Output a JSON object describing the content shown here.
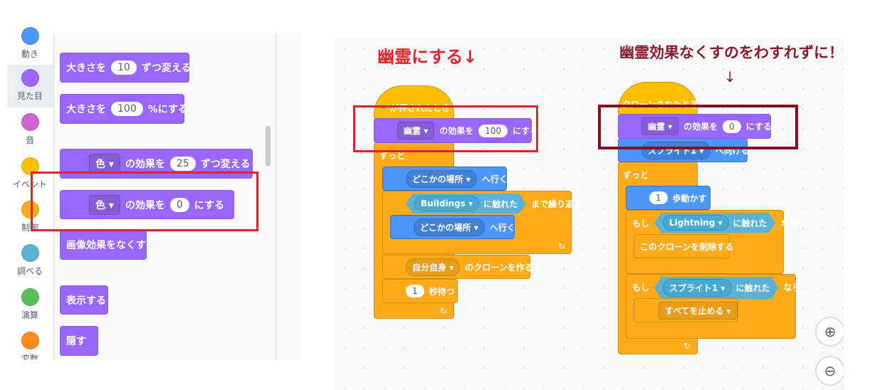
{
  "categories": [
    {
      "label": "動き",
      "color": "#4c97ff"
    },
    {
      "label": "見た目",
      "color": "#9966ff"
    },
    {
      "label": "音",
      "color": "#cf63cf"
    },
    {
      "label": "イベント",
      "color": "#ffbf00"
    },
    {
      "label": "制御",
      "color": "#ffab19"
    },
    {
      "label": "調べる",
      "color": "#5cb1d6"
    },
    {
      "label": "演算",
      "color": "#59c059"
    },
    {
      "label": "変数",
      "color": "#ff8c1a"
    }
  ],
  "palette": {
    "b1": {
      "a": "大きさを",
      "v": "10",
      "b": "ずつ変える"
    },
    "b2": {
      "a": "大きさを",
      "v": "100",
      "b": "%にする"
    },
    "b3": {
      "d": "色",
      "a": "の効果を",
      "v": "25",
      "b": "ずつ変える"
    },
    "b4": {
      "d": "色",
      "a": "の効果を",
      "v": "0",
      "b": "にする"
    },
    "b5": "画像効果をなくす",
    "b6": "表示する",
    "b7": "隠す"
  },
  "script1": {
    "note": "幽霊にする↓",
    "hat": "が押されたとき",
    "ghost": {
      "d": "幽霊",
      "a": "の効果を",
      "v": "100",
      "b": "にする"
    },
    "forever": "ずっと",
    "goto1": {
      "d": "どこかの場所",
      "b": "へ行く"
    },
    "repeat": {
      "d": "Buildings",
      "t": "に触れた",
      "b": "まで繰り返す"
    },
    "goto2": {
      "d": "どこかの場所",
      "b": "へ行く"
    },
    "clone": {
      "d": "自分自身",
      "b": "のクローンを作る"
    },
    "wait": {
      "v": "1",
      "b": "秒待つ"
    }
  },
  "script2": {
    "note": "幽霊効果なくすのをわすれずに！",
    "arrow": "↓",
    "hat": "クローンされたとき",
    "ghost": {
      "d": "幽霊",
      "a": "の効果を",
      "v": "0",
      "b": "にする"
    },
    "point": {
      "d": "スプライト1",
      "b": "へ向ける"
    },
    "forever": "ずっと",
    "move": {
      "v": "1",
      "b": "歩動かす"
    },
    "if1": {
      "a": "もし",
      "d": "Lightning",
      "t": "に触れた",
      "b": "なら"
    },
    "del": "このクローンを削除する",
    "if2": {
      "a": "もし",
      "d": "スプライト1",
      "t": "に触れた",
      "b": "なら"
    },
    "stop": "すべてを止める"
  }
}
